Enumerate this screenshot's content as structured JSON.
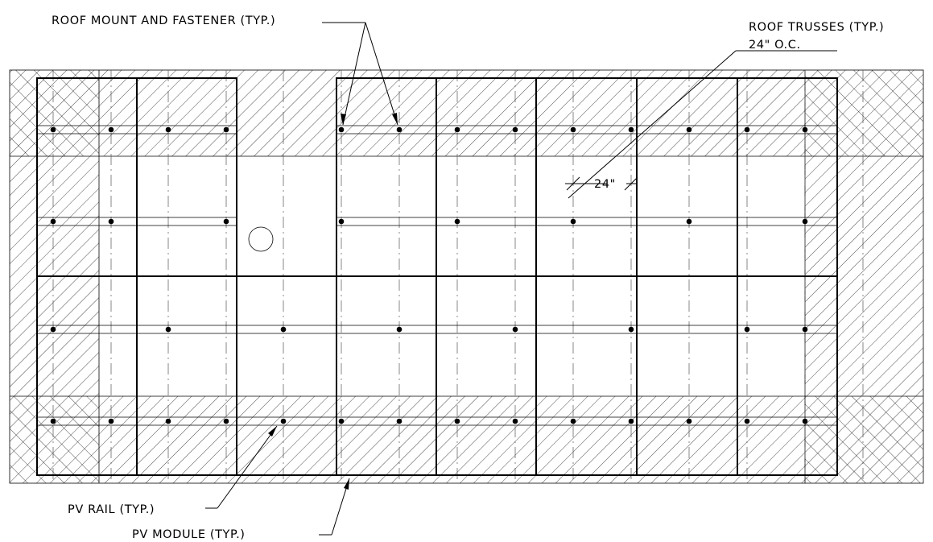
{
  "labels": {
    "roof_mount": "ROOF MOUNT AND FASTENER (TYP.)",
    "roof_trusses": "ROOF TRUSSES (TYP.)",
    "truss_spacing": "24\" O.C.",
    "dimension": "24\"",
    "pv_rail": "PV RAIL (TYP.)",
    "pv_module": "PV MODULE (TYP.)"
  },
  "colors": {
    "line": "#000000",
    "background": "#ffffff",
    "truss": "#555555"
  }
}
